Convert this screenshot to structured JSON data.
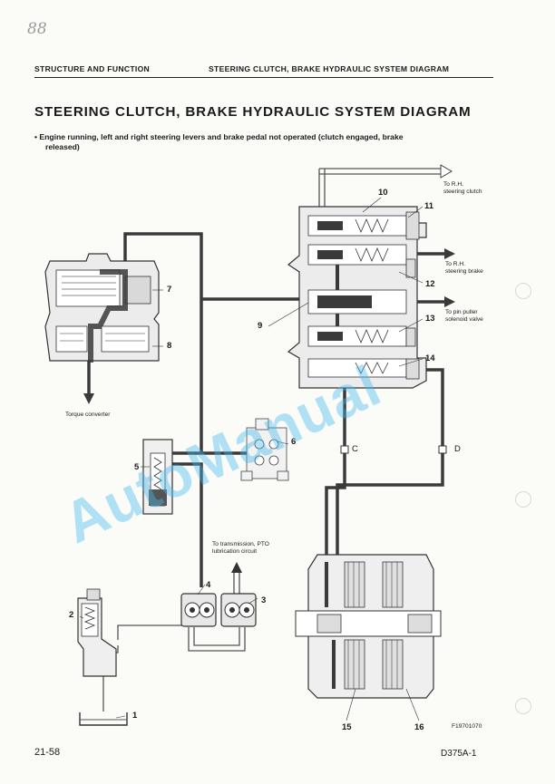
{
  "page_mark": "88",
  "header": {
    "left": "STRUCTURE AND FUNCTION",
    "right": "STEERING CLUTCH, BRAKE HYDRAULIC SYSTEM DIAGRAM"
  },
  "title": "STEERING CLUTCH, BRAKE HYDRAULIC SYSTEM DIAGRAM",
  "note_line1": "•  Engine running, left and right steering levers and brake pedal not operated (clutch engaged, brake",
  "note_line2": "released)",
  "diagram": {
    "labels": {
      "rh_clutch": "To R.H.\nsteering clutch",
      "rh_brake": "To R.H.\nsteering brake",
      "pin_puller": "To pin puller\nsolenoid valve",
      "torque_converter": "Torque converter",
      "transmission": "To transmission, PTO\nlubrication circuit",
      "port_c": "C",
      "port_d": "D",
      "figure_id": "F19701070"
    },
    "numbers": [
      "1",
      "2",
      "3",
      "4",
      "5",
      "6",
      "7",
      "8",
      "9",
      "10",
      "11",
      "12",
      "13",
      "14",
      "15",
      "16"
    ]
  },
  "watermark": "AutoManual",
  "footer": {
    "left": "21-58",
    "right": "D375A-1"
  }
}
